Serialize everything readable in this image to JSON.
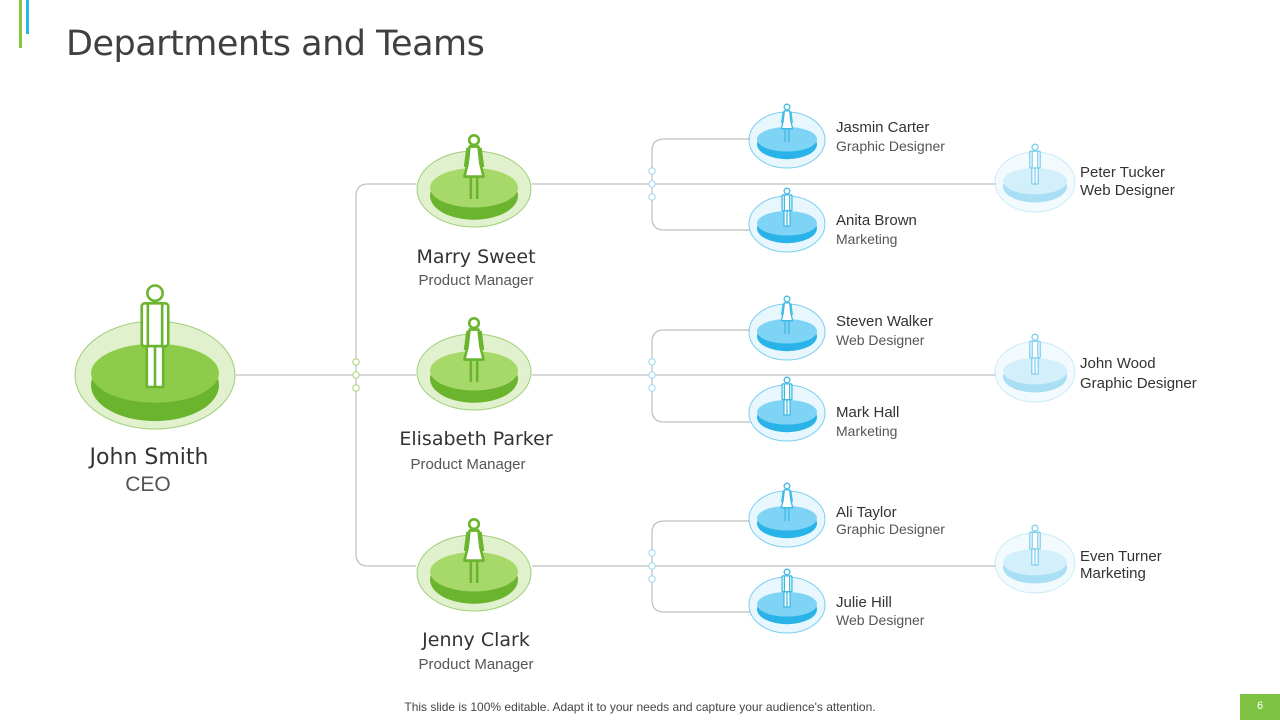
{
  "title": "Departments and Teams",
  "ceo": {
    "name": "John Smith",
    "role": "CEO"
  },
  "managers": [
    {
      "name": "Marry Sweet",
      "role": "Product Manager"
    },
    {
      "name": "Elisabeth Parker",
      "role": "Product Manager"
    },
    {
      "name": "Jenny Clark",
      "role": "Product Manager"
    }
  ],
  "members": [
    {
      "name": "Jasmin Carter",
      "role": "Graphic Designer"
    },
    {
      "name": "Anita Brown",
      "role": "Marketing"
    },
    {
      "name": "Peter Tucker",
      "role": "Web Designer"
    },
    {
      "name": "Steven Walker",
      "role": "Web Designer"
    },
    {
      "name": "Mark Hall",
      "role": "Marketing"
    },
    {
      "name": "John Wood",
      "role": "Graphic Designer"
    },
    {
      "name": "Ali Taylor",
      "role": "Graphic Designer"
    },
    {
      "name": "Julie Hill",
      "role": "Web Designer"
    },
    {
      "name": "Even Turner",
      "role": "Marketing"
    }
  ],
  "footer": "This slide is 100% editable. Adapt it to your needs and capture your audience's attention.",
  "page_number": "6",
  "colors": {
    "green_dark": "#6ab42e",
    "green_mid": "#8dcc4a",
    "green_light": "#c8e6a6",
    "blue_dark": "#29b3e8",
    "blue_mid": "#7fd4f5",
    "blue_light": "#d6f0fb",
    "connector": "#bfbfbf"
  }
}
